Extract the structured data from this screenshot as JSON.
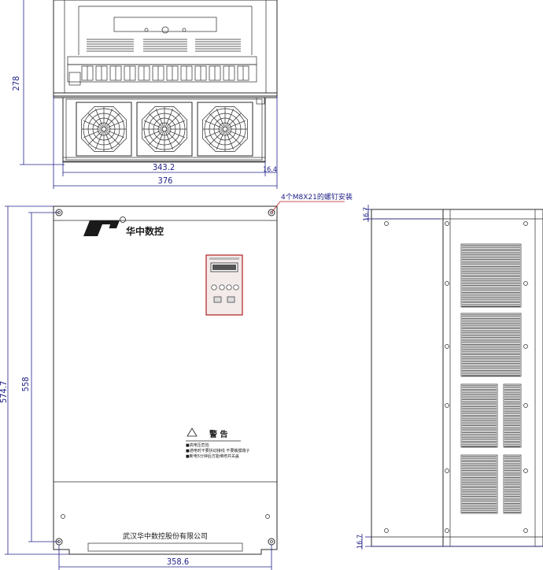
{
  "dimensions": {
    "top_height": "278",
    "top_width_inner": "343.2",
    "top_offset": "16.4",
    "top_width_total": "376",
    "front_height_total": "574.7",
    "front_height_holes": "558",
    "front_width_holes": "358.6",
    "side_top_offset": "16.7",
    "side_bottom_offset": "16.7"
  },
  "annotations": {
    "mounting_note": "4个M8X21的螺钉安装"
  },
  "front_panel": {
    "brand_name": "华中数控",
    "company_name": "武汉华中数控股份有限公司",
    "warning": {
      "title": "警 告",
      "lines": [
        "■高电压危险",
        "■通电时不要拆动接线 不要触摸端子",
        "■断电5分钟后方能维修并关盖"
      ]
    }
  }
}
